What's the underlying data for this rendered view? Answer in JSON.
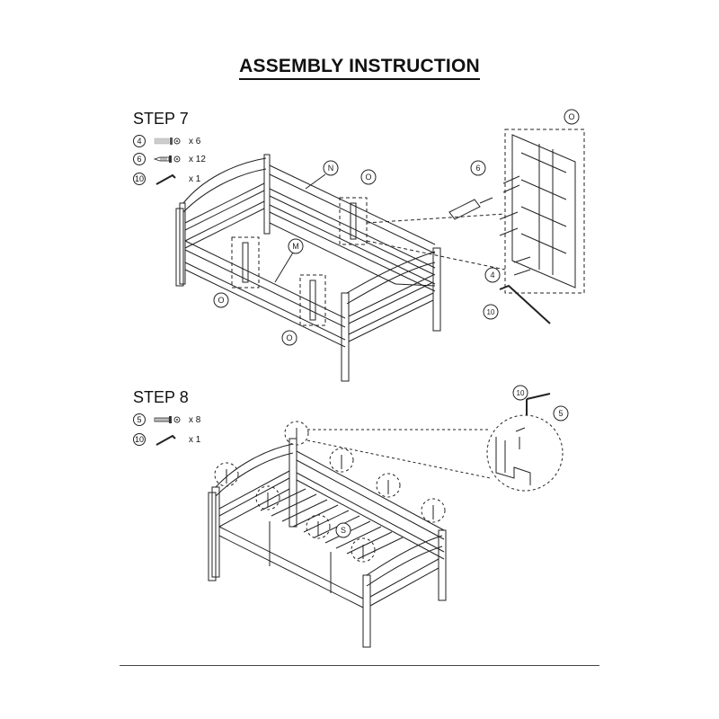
{
  "title": "ASSEMBLY INSTRUCTION",
  "step7": {
    "heading": "STEP 7",
    "parts": [
      {
        "id": "4",
        "qty": "x 6",
        "icon": "bolt-washer-icon"
      },
      {
        "id": "6",
        "qty": "x 12",
        "icon": "screw-washer-icon"
      },
      {
        "id": "10",
        "qty": "x 1",
        "icon": "allen-key-icon"
      }
    ],
    "labels": {
      "n": "N",
      "m": "M",
      "o": "O",
      "p6": "6",
      "p4": "4",
      "p10": "10"
    }
  },
  "step8": {
    "heading": "STEP 8",
    "parts": [
      {
        "id": "5",
        "qty": "x 8",
        "icon": "long-bolt-icon"
      },
      {
        "id": "10",
        "qty": "x 1",
        "icon": "allen-key-icon"
      }
    ],
    "labels": {
      "s": "S",
      "p10": "10",
      "p5": "5"
    }
  }
}
